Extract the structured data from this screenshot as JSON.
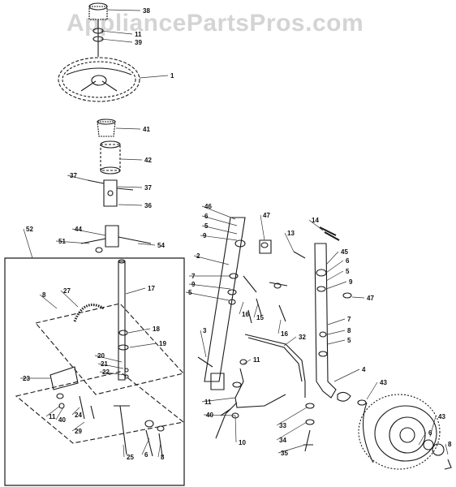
{
  "watermark": "AppliancePartsPros.com",
  "callouts": [
    "38",
    "11",
    "39",
    "1",
    "41",
    "42",
    "37",
    "37",
    "36",
    "44",
    "51",
    "54",
    "52",
    "8",
    "27",
    "17",
    "18",
    "19",
    "20",
    "21",
    "22",
    "23",
    "11",
    "40",
    "24",
    "29",
    "25",
    "6",
    "8",
    "46",
    "6",
    "5",
    "9",
    "2",
    "7",
    "9",
    "5",
    "47",
    "16",
    "15",
    "16",
    "13",
    "14",
    "45",
    "6",
    "5",
    "9",
    "47",
    "3",
    "11",
    "32",
    "7",
    "8",
    "5",
    "4",
    "11",
    "40",
    "10",
    "33",
    "34",
    "35",
    "43",
    "6",
    "43",
    "8"
  ]
}
